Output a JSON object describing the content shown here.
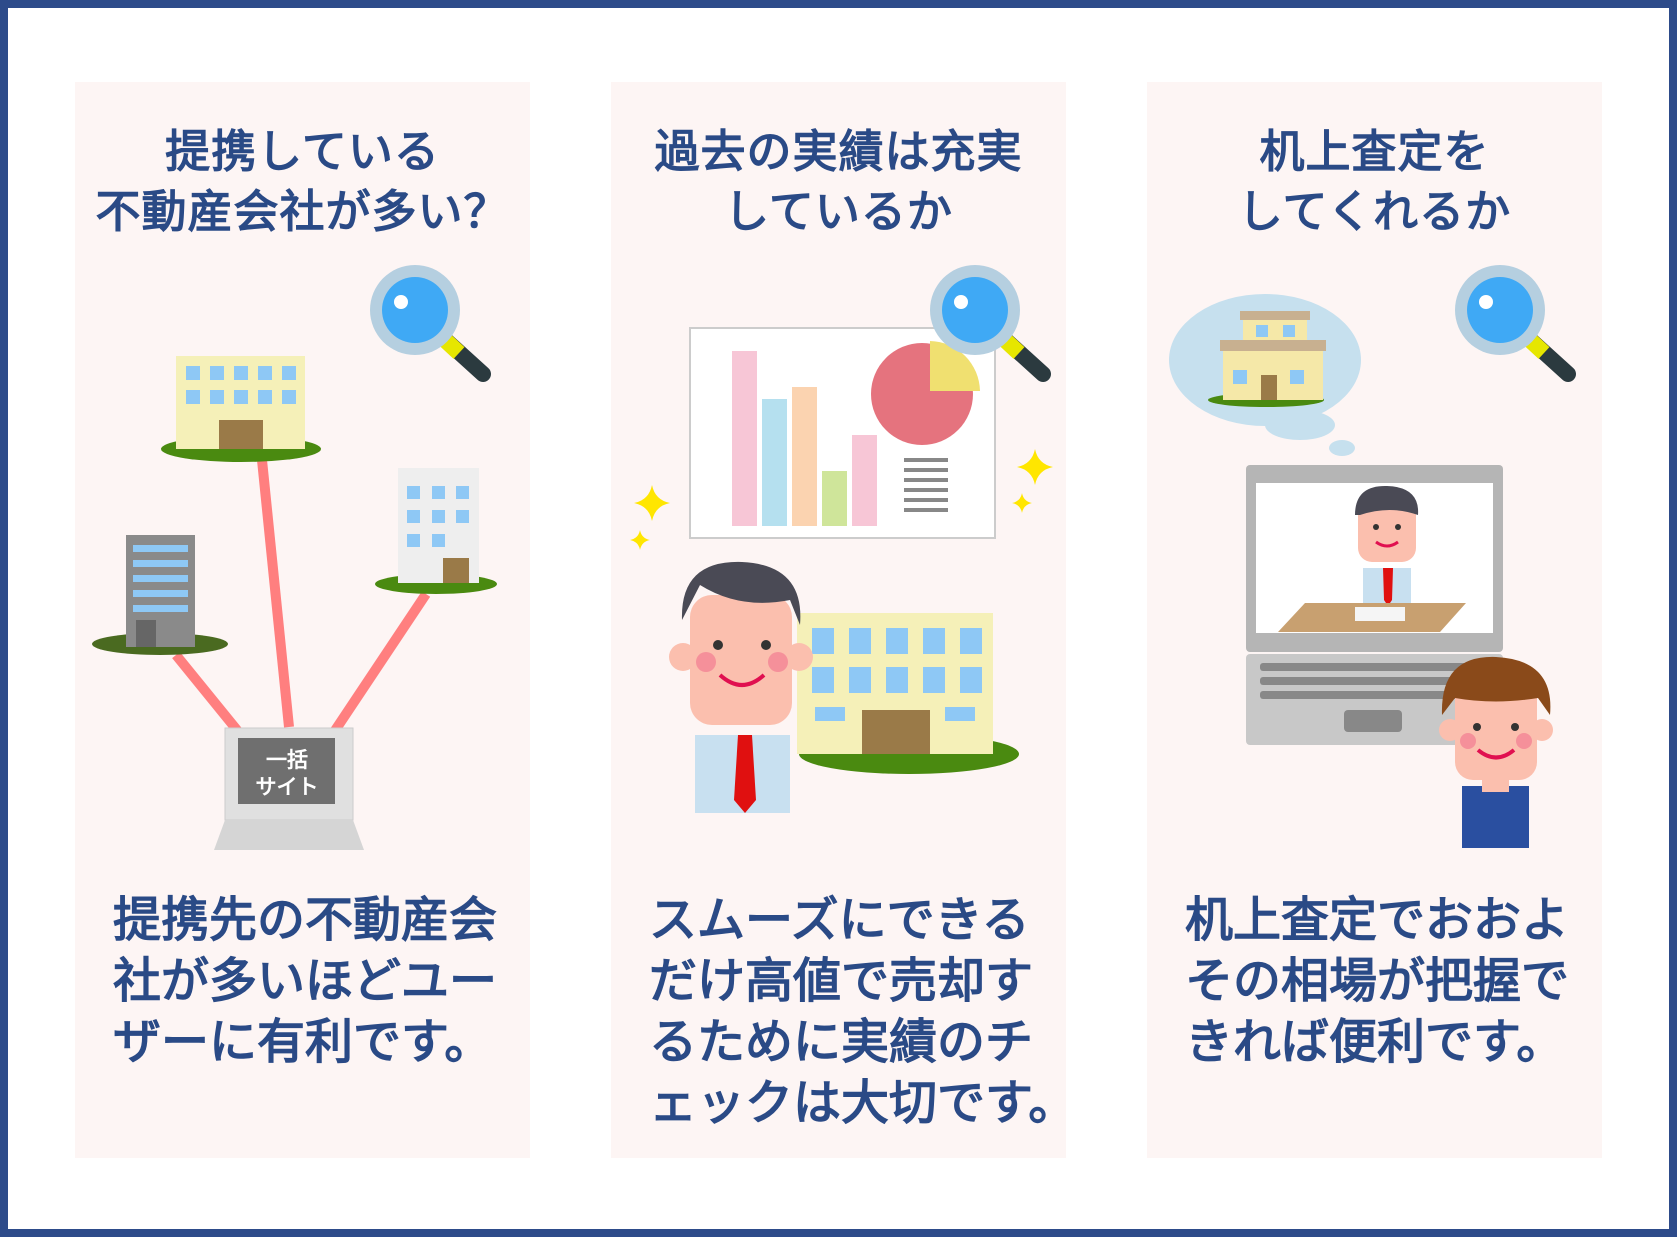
{
  "colors": {
    "border": "#2d4b8a",
    "text": "#2a4a86",
    "panel": "#fdf5f4",
    "link_line": "#ff7f7f"
  },
  "panels": [
    {
      "title": [
        "提携している",
        "不動産会社が多い？"
      ],
      "body": [
        "提携先の不動産会",
        "社が多いほどユー",
        "ザーに有利です。"
      ],
      "laptop_label": [
        "一括",
        "サイト"
      ]
    },
    {
      "title": [
        "過去の実績は充実",
        "しているか"
      ],
      "body": [
        "スムーズにできる",
        "だけ高値で売却す",
        "るために実績のチ",
        "ェックは大切です。"
      ]
    },
    {
      "title": [
        "机上査定を",
        "してくれるか"
      ],
      "body": [
        "机上査定でおおよ",
        "その相場が把握で",
        "きれば便利です。"
      ]
    }
  ]
}
